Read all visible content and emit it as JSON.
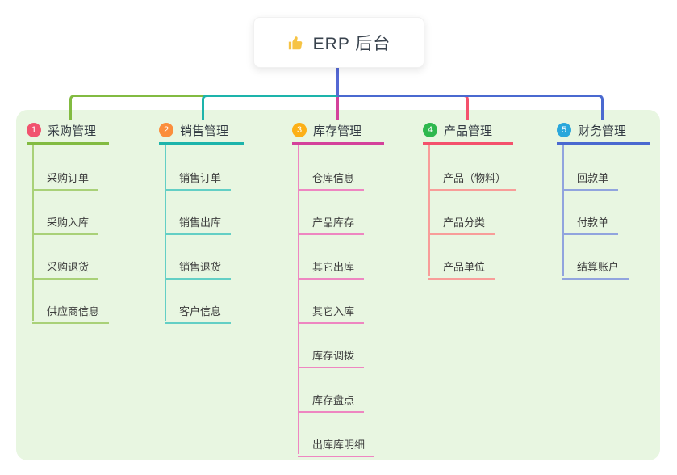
{
  "root": {
    "label": "ERP 后台",
    "icon": "thumbs-up-icon",
    "icon_color": "#f6c344",
    "connector_color": "#5468d4"
  },
  "branches": [
    {
      "badge": "1",
      "label": "采购管理",
      "colors": {
        "badge": "#f1536e",
        "line": "#82bb41",
        "child_line": "#a9d178"
      },
      "children": [
        "采购订单",
        "采购入库",
        "采购退货",
        "供应商信息"
      ]
    },
    {
      "badge": "2",
      "label": "销售管理",
      "colors": {
        "badge": "#fb8e3c",
        "line": "#1db4ab",
        "child_line": "#63cfc5"
      },
      "children": [
        "销售订单",
        "销售出库",
        "销售退货",
        "客户信息"
      ]
    },
    {
      "badge": "3",
      "label": "库存管理",
      "colors": {
        "badge": "#fcb017",
        "line": "#d4419b",
        "child_line": "#ee86c1"
      },
      "children": [
        "仓库信息",
        "产品库存",
        "其它出库",
        "其它入库",
        "库存调拨",
        "库存盘点",
        "出库库明细"
      ]
    },
    {
      "badge": "4",
      "label": "产品管理",
      "colors": {
        "badge": "#2eb84e",
        "line": "#f4516c",
        "child_line": "#f89d99"
      },
      "children": [
        "产品（物料）",
        "产品分类",
        "产品单位"
      ]
    },
    {
      "badge": "5",
      "label": "财务管理",
      "colors": {
        "badge": "#2aa7db",
        "line": "#4a69d0",
        "child_line": "#91a4de"
      },
      "children": [
        "回款单",
        "付款单",
        "结算账户"
      ]
    }
  ],
  "panel_background": "#e8f6e1"
}
